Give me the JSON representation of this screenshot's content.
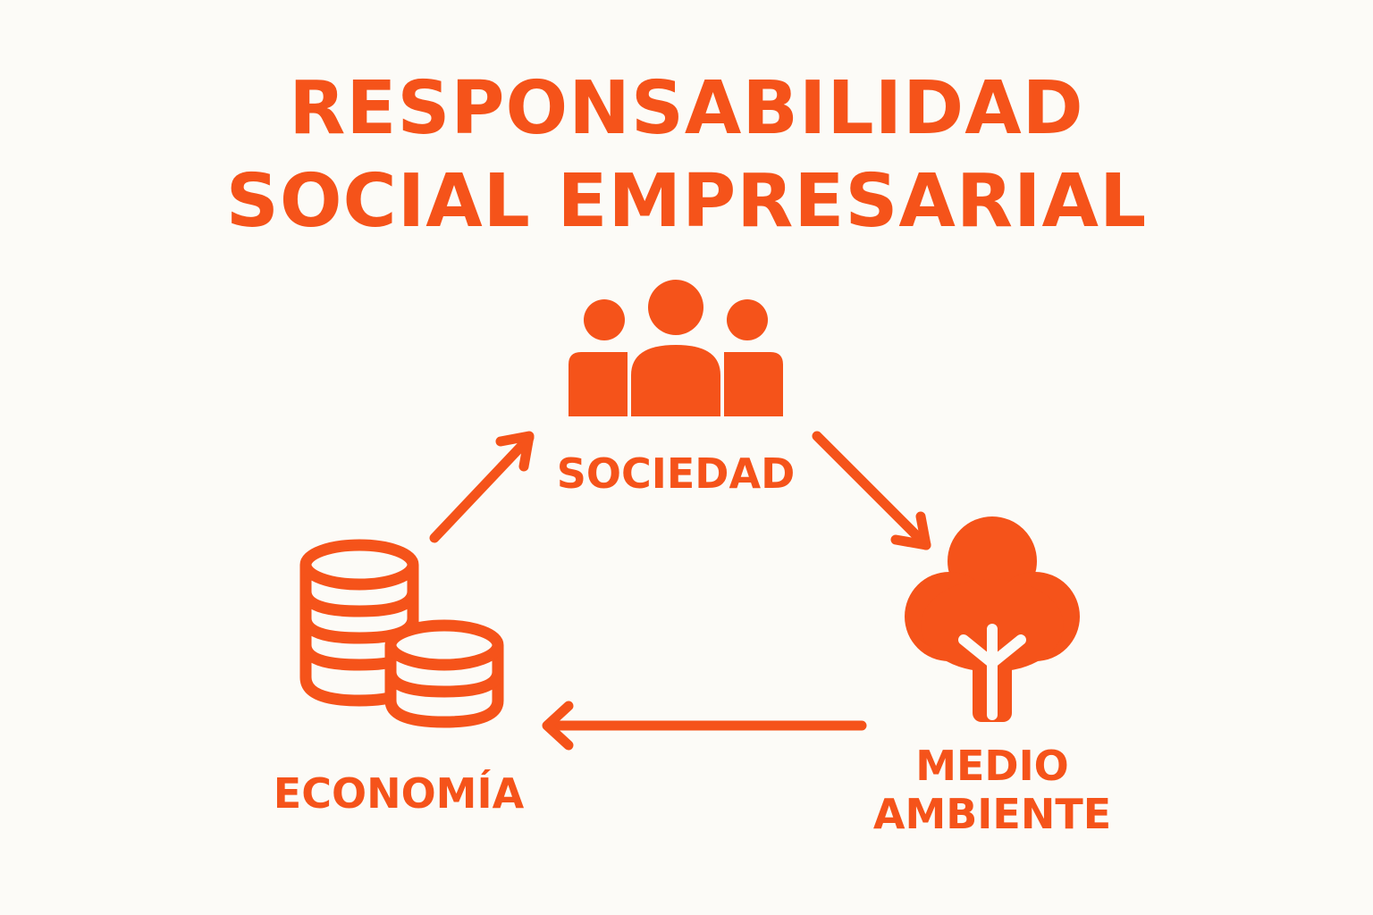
{
  "title": {
    "line1": "RESPONSABILIDAD",
    "line2": "SOCIAL EMPRESARIAL"
  },
  "nodes": {
    "sociedad": {
      "label": "SOCIEDAD",
      "icon": "people-group-icon"
    },
    "medio_ambiente": {
      "label_line1": "MEDIO",
      "label_line2": "AMBIENTE",
      "icon": "tree-icon"
    },
    "economia": {
      "label": "ECONOMÍA",
      "icon": "coin-stack-icon"
    }
  },
  "arrows": [
    {
      "from": "economia",
      "to": "sociedad"
    },
    {
      "from": "sociedad",
      "to": "medio_ambiente"
    },
    {
      "from": "medio_ambiente",
      "to": "economia"
    }
  ],
  "colors": {
    "accent": "#f5531a",
    "background": "#fcfbf7"
  }
}
